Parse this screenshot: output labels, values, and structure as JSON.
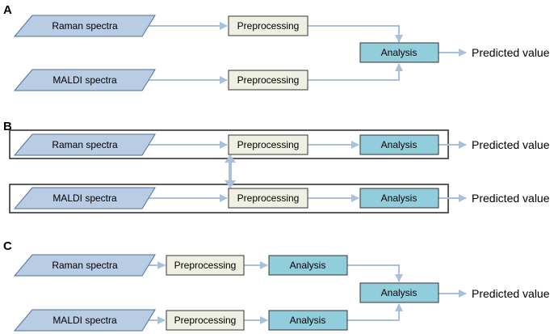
{
  "panels": {
    "a": {
      "label": "A",
      "input1": "Raman spectra",
      "input2": "MALDI spectra",
      "pre1": "Preprocessing",
      "pre2": "Preprocessing",
      "analysis": "Analysis",
      "output": "Predicted value"
    },
    "b": {
      "label": "B",
      "input1": "Raman spectra",
      "input2": "MALDI spectra",
      "pre1": "Preprocessing",
      "pre2": "Preprocessing",
      "analysis1": "Analysis",
      "analysis2": "Analysis",
      "output1": "Predicted value",
      "output2": "Predicted value"
    },
    "c": {
      "label": "C",
      "input1": "Raman spectra",
      "input2": "MALDI spectra",
      "pre1": "Preprocessing",
      "pre2": "Preprocessing",
      "analysis1": "Analysis",
      "analysis2": "Analysis",
      "analysis_final": "Analysis",
      "output": "Predicted value"
    }
  },
  "colors": {
    "input_fill": "#b8cce4",
    "preprocessing_fill": "#efefe3",
    "analysis_fill": "#92cddc",
    "arrow": "#a9c0dc"
  }
}
